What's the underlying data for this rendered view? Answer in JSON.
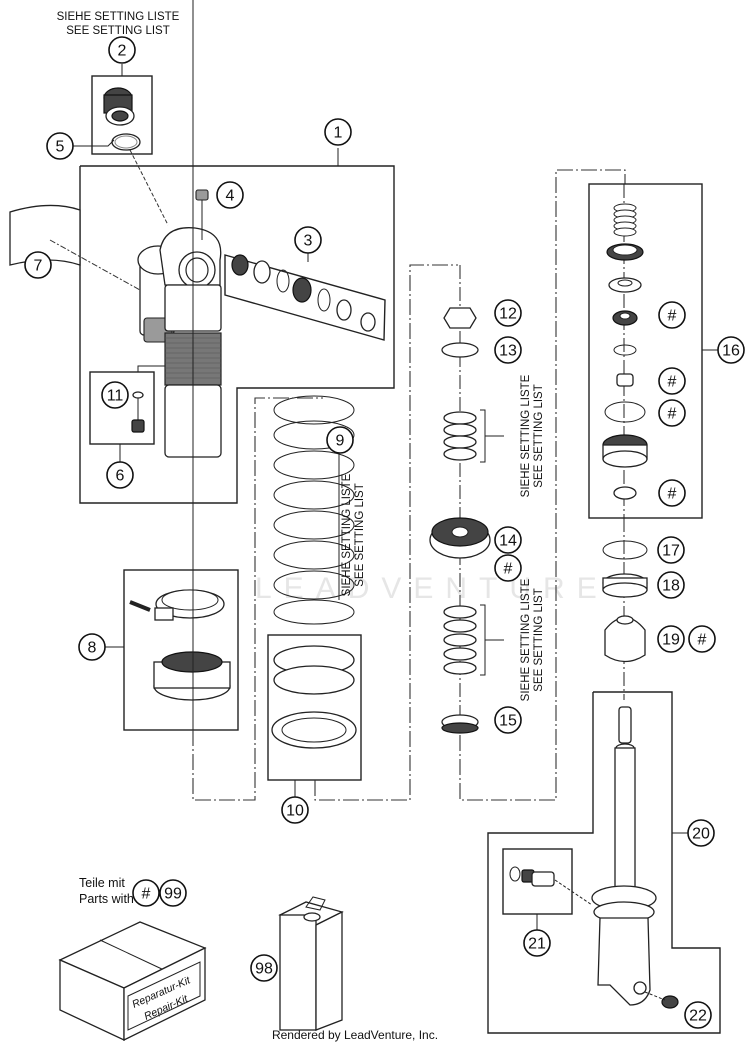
{
  "diagram": {
    "title_note": {
      "line1": "SIEHE SETTING LISTE",
      "line2": "SEE SETTING LIST"
    },
    "callouts": [
      {
        "id": "c1",
        "label": "1"
      },
      {
        "id": "c2",
        "label": "2"
      },
      {
        "id": "c3",
        "label": "3"
      },
      {
        "id": "c4",
        "label": "4"
      },
      {
        "id": "c5",
        "label": "5"
      },
      {
        "id": "c6",
        "label": "6"
      },
      {
        "id": "c7",
        "label": "7"
      },
      {
        "id": "c8",
        "label": "8"
      },
      {
        "id": "c9",
        "label": "9"
      },
      {
        "id": "c10",
        "label": "10"
      },
      {
        "id": "c11",
        "label": "11"
      },
      {
        "id": "c12",
        "label": "12"
      },
      {
        "id": "c13",
        "label": "13"
      },
      {
        "id": "c14",
        "label": "14"
      },
      {
        "id": "c15",
        "label": "15"
      },
      {
        "id": "c16",
        "label": "16"
      },
      {
        "id": "c17",
        "label": "17"
      },
      {
        "id": "c18",
        "label": "18"
      },
      {
        "id": "c19",
        "label": "19"
      },
      {
        "id": "c20",
        "label": "20"
      },
      {
        "id": "c21",
        "label": "21"
      },
      {
        "id": "c22",
        "label": "22"
      },
      {
        "id": "c98",
        "label": "98"
      },
      {
        "id": "c99",
        "label": "99"
      }
    ],
    "hash_marker": "#",
    "setting_notes": {
      "line1": "SIEHE SETTING LISTE",
      "line2": "SEE SETTING LIST"
    },
    "legend": {
      "line1": "Teile mit",
      "line2": "Parts with",
      "marker": "#",
      "kit_number": "99"
    },
    "repair_kit": {
      "line1": "Reparatur-Kit",
      "line2": "Repair-Kit"
    },
    "watermark": "LEADVENTURE",
    "footer": "Rendered by LeadVenture, Inc."
  }
}
